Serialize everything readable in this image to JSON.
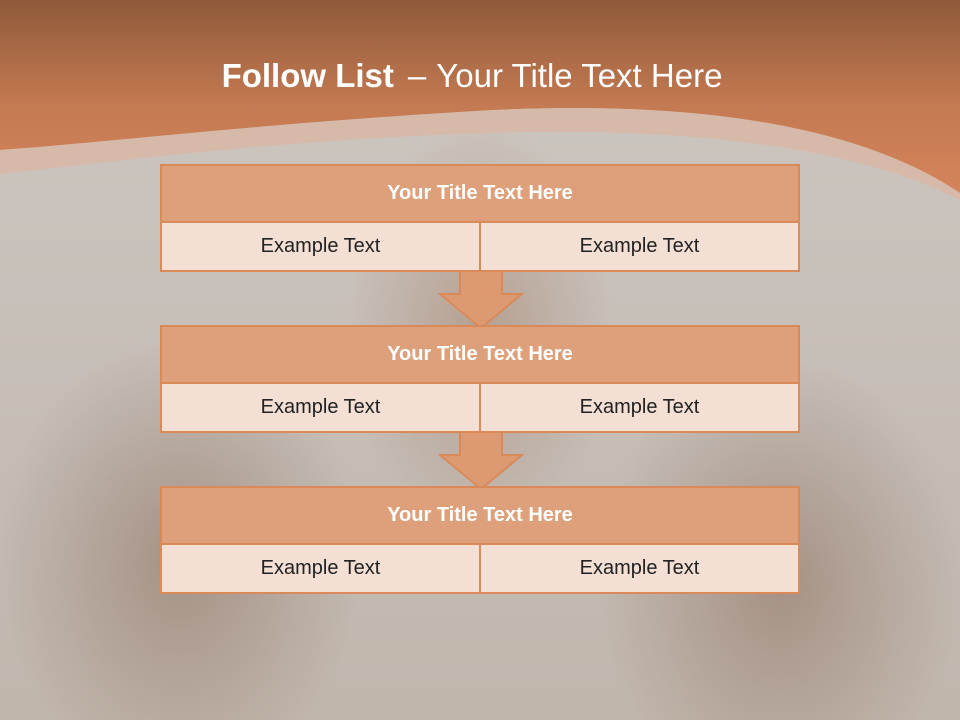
{
  "slide": {
    "title_bold": "Follow List",
    "title_separator": "–",
    "title_rest": "Your Title Text Here"
  },
  "steps": [
    {
      "title": "Your Title Text Here",
      "left": "Example Text",
      "right": "Example Text"
    },
    {
      "title": "Your Title Text Here",
      "left": "Example Text",
      "right": "Example Text"
    },
    {
      "title": "Your Title Text Here",
      "left": "Example Text",
      "right": "Example Text"
    }
  ],
  "colors": {
    "header_dark": "#8f5a3a",
    "header_accent": "#d4845a",
    "box_border": "#d98a58",
    "box_title_fill": "#dda07a",
    "box_cell_fill": "#f3dfd4",
    "arrow_fill": "#dd9a72"
  },
  "icons": {
    "connector": "down-arrow-icon"
  }
}
